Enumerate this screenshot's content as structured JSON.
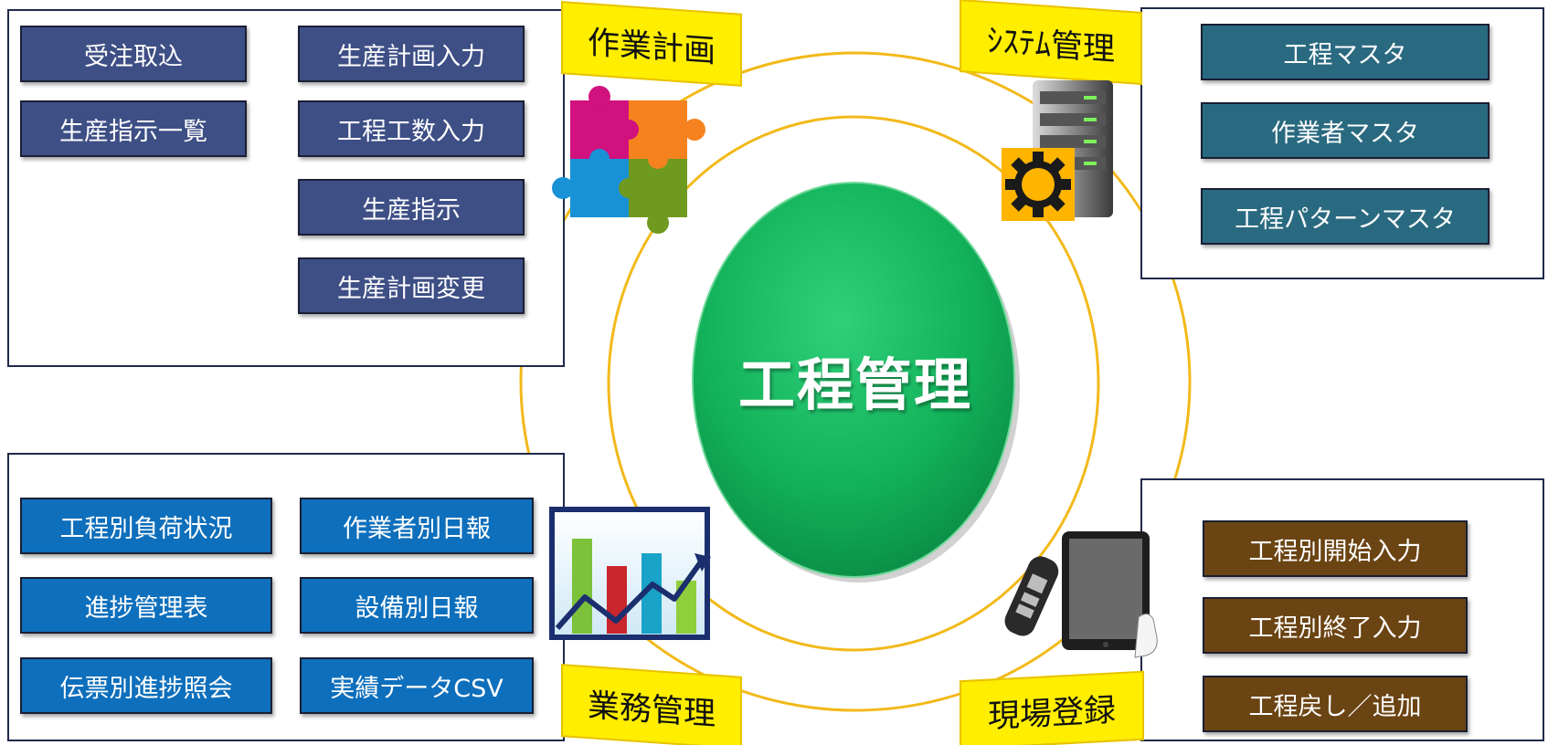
{
  "center": {
    "title": "工程管理"
  },
  "sections": {
    "plan": {
      "label": "作業計画",
      "buttons": [
        "受注取込",
        "生産指示一覧",
        "生産計画入力",
        "工程工数入力",
        "生産指示",
        "生産計画変更"
      ]
    },
    "system": {
      "label": "ｼｽﾃﾑ管理",
      "buttons": [
        "工程マスタ",
        "作業者マスタ",
        "工程パターンマスタ"
      ]
    },
    "business": {
      "label": "業務管理",
      "buttons": [
        "工程別負荷状況",
        "進捗管理表",
        "伝票別進捗照会",
        "作業者別日報",
        "設備別日報",
        "実績データCSV"
      ]
    },
    "field": {
      "label": "現場登録",
      "buttons": [
        "工程別開始入力",
        "工程別終了入力",
        "工程戻し／追加"
      ]
    }
  },
  "colors": {
    "ring": "#f2b91a",
    "center": "#12b25a",
    "label_bg": "#ffee00",
    "plan_button": "#3e4f86",
    "system_button": "#2a6a80",
    "business_button": "#0e6fbc",
    "field_button": "#6b4413"
  },
  "icons": {
    "plan": "puzzle-icon",
    "system": "server-gear-icon",
    "business": "bar-chart-icon",
    "field": "tablet-scanner-icon"
  }
}
